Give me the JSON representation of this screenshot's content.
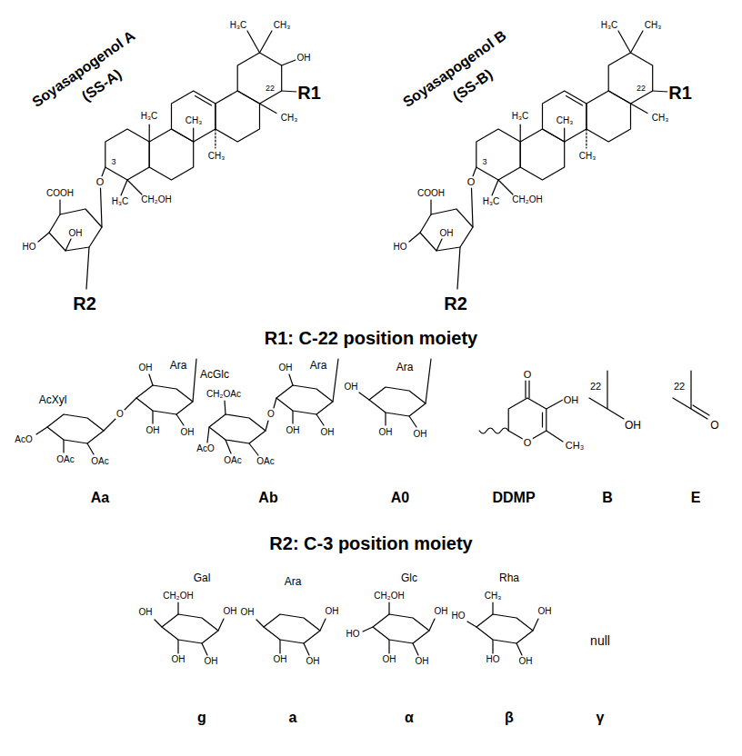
{
  "diagram": {
    "labels": [
      "Soyasapogenol A",
      "(SS-A)",
      "H₃C",
      "CH₃",
      "OH",
      "22",
      "R1",
      "H₃C",
      "CH₃",
      "CH₃",
      "CH₃",
      "3",
      "O",
      "COOH",
      "HO",
      "OH",
      "H₃C",
      "CH₂OH",
      "R2",
      "Soyasapogenol B",
      "(SS-B)",
      "H₃C",
      "CH₃",
      "22",
      "R1",
      "H₃C",
      "CH₃",
      "CH₃",
      "CH₃",
      "3",
      "O",
      "COOH",
      "HO",
      "OH",
      "H₃C",
      "CH₂OH",
      "R2",
      "R1: C-22 position moiety",
      "Ara",
      "AcXyl",
      "OH",
      "OH",
      "OH",
      "O",
      "AcO",
      "OAc",
      "OAc",
      "Aa",
      "AcGlc",
      "Ara",
      "CH₂OAc",
      "O",
      "AcO",
      "OAc",
      "OAc",
      "OH",
      "OH",
      "OH",
      "Ab",
      "Ara",
      "OH",
      "OH",
      "OH",
      "A0",
      "O",
      "OH",
      "CH₃",
      "O",
      "DDMP",
      "22",
      "OH",
      "B",
      "22",
      "O",
      "E",
      "R2: C-3 position moiety",
      "Gal",
      "CH₂OH",
      "OH",
      "OH",
      "OH",
      "OH",
      "g",
      "Ara",
      "OH",
      "OH",
      "OH",
      "OH",
      "a",
      "Glc",
      "CH₂OH",
      "OH",
      "HO",
      "OH",
      "OH",
      "α",
      "Rha",
      "CH₃",
      "OH",
      "HO",
      "HO",
      "OH",
      "β",
      "null",
      "γ"
    ]
  }
}
